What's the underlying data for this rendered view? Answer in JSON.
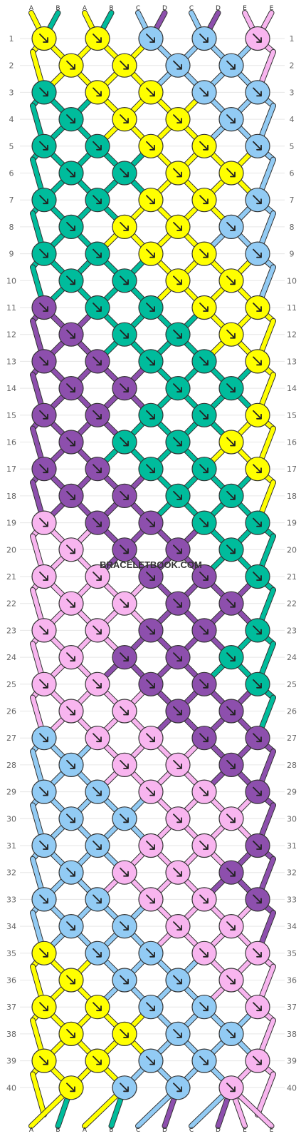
{
  "watermark": "BRACELETBOOK.COM",
  "colors": {
    "A": "#ffff00",
    "B": "#00bc9c",
    "C": "#92cbf4",
    "D": "#8d4fad",
    "E": "#f8b5ef"
  },
  "strings_top": [
    "A",
    "B",
    "A",
    "B",
    "C",
    "D",
    "C",
    "D",
    "E",
    "E"
  ],
  "strings_bottom": [
    "A",
    "B",
    "A",
    "B",
    "C",
    "D",
    "C",
    "D",
    "E",
    "E"
  ],
  "row_numbers": [
    "1",
    "2",
    "3",
    "4",
    "5",
    "6",
    "7",
    "8",
    "9",
    "10",
    "11",
    "12",
    "13",
    "14",
    "15",
    "16",
    "17",
    "18",
    "19",
    "20",
    "21",
    "22",
    "23",
    "24",
    "25",
    "26",
    "27",
    "28",
    "29",
    "30",
    "31",
    "32",
    "33",
    "34",
    "35",
    "36",
    "37",
    "38",
    "39",
    "40"
  ],
  "knot_rows": [
    [
      "A",
      "A",
      "C",
      "C",
      "E"
    ],
    [
      "A",
      "A",
      "C",
      "C"
    ],
    [
      "B",
      "A",
      "A",
      "C",
      "C"
    ],
    [
      "B",
      "A",
      "A",
      "C"
    ],
    [
      "B",
      "B",
      "A",
      "A",
      "C"
    ],
    [
      "B",
      "B",
      "A",
      "A"
    ],
    [
      "B",
      "B",
      "A",
      "A",
      "C"
    ],
    [
      "B",
      "A",
      "A",
      "C"
    ],
    [
      "B",
      "B",
      "A",
      "A",
      "C"
    ],
    [
      "B",
      "B",
      "A",
      "A"
    ],
    [
      "D",
      "B",
      "B",
      "A",
      "A"
    ],
    [
      "D",
      "B",
      "B",
      "A"
    ],
    [
      "D",
      "D",
      "B",
      "B",
      "A"
    ],
    [
      "D",
      "D",
      "B",
      "B"
    ],
    [
      "D",
      "D",
      "B",
      "B",
      "A"
    ],
    [
      "D",
      "B",
      "B",
      "A"
    ],
    [
      "D",
      "D",
      "B",
      "B",
      "A"
    ],
    [
      "D",
      "D",
      "B",
      "B"
    ],
    [
      "E",
      "D",
      "D",
      "B",
      "B"
    ],
    [
      "E",
      "D",
      "D",
      "B"
    ],
    [
      "E",
      "E",
      "D",
      "D",
      "B"
    ],
    [
      "E",
      "E",
      "D",
      "D"
    ],
    [
      "E",
      "E",
      "D",
      "D",
      "B"
    ],
    [
      "E",
      "D",
      "D",
      "B"
    ],
    [
      "E",
      "E",
      "D",
      "D",
      "B"
    ],
    [
      "E",
      "E",
      "D",
      "D"
    ],
    [
      "C",
      "E",
      "E",
      "D",
      "D"
    ],
    [
      "C",
      "E",
      "E",
      "D"
    ],
    [
      "C",
      "C",
      "E",
      "E",
      "D"
    ],
    [
      "C",
      "C",
      "E",
      "E"
    ],
    [
      "C",
      "C",
      "E",
      "E",
      "D"
    ],
    [
      "C",
      "E",
      "E",
      "D"
    ],
    [
      "C",
      "C",
      "E",
      "E",
      "D"
    ],
    [
      "C",
      "C",
      "E",
      "E"
    ],
    [
      "A",
      "C",
      "C",
      "E",
      "E"
    ],
    [
      "A",
      "C",
      "C",
      "E"
    ],
    [
      "A",
      "A",
      "C",
      "C",
      "E"
    ],
    [
      "A",
      "A",
      "C",
      "C"
    ],
    [
      "A",
      "A",
      "C",
      "C",
      "E"
    ],
    [
      "A",
      "C",
      "C",
      "E"
    ]
  ]
}
